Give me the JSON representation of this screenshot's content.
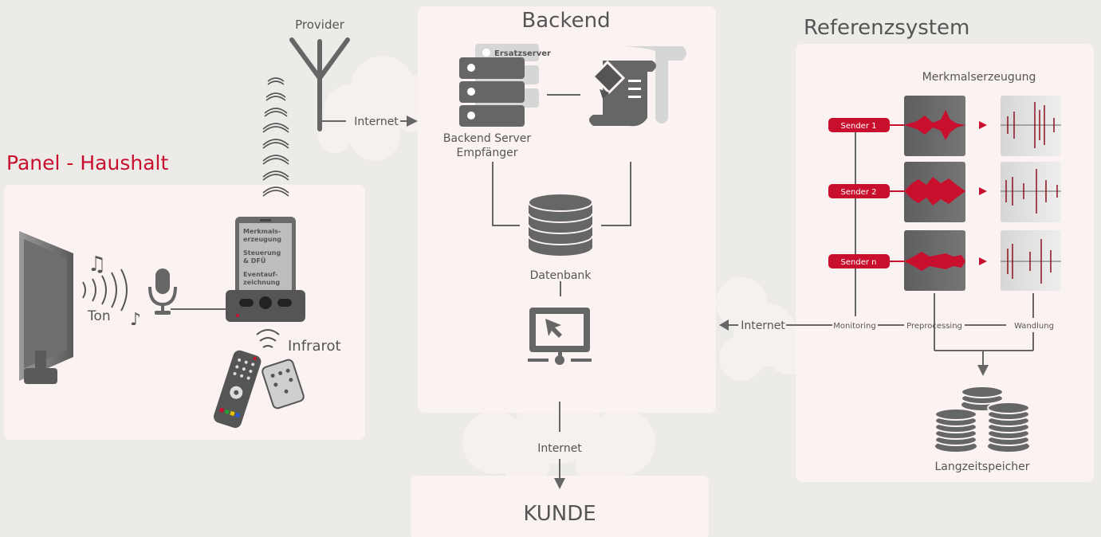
{
  "panel": {
    "title": "Panel - Haushalt",
    "sound_label": "Ton",
    "infrared_label": "Infrarot",
    "device_lines": [
      "Merkmals-",
      "erzeugung",
      "Steuerung",
      "& DFÜ",
      "Eventauf-",
      "zeichnung"
    ]
  },
  "provider": {
    "label": "Provider"
  },
  "backend": {
    "title": "Backend",
    "spare_server_label": "Ersatzserver",
    "server_label_line1": "Backend Server",
    "server_label_line2": "Empfänger",
    "database_label": "Datenbank"
  },
  "connections": {
    "internet_label": "Internet"
  },
  "reference": {
    "title": "Referenzsystem",
    "feature_title": "Merkmalserzeugung",
    "senders": [
      "Sender 1",
      "Sender 2",
      "Sender n"
    ],
    "stages": [
      "Monitoring",
      "Preprocessing",
      "Wandlung"
    ],
    "storage_label": "Langzeitspeicher"
  },
  "customer": {
    "label": "KUNDE"
  },
  "colors": {
    "accent": "#c8102e",
    "background": "#ecebe8",
    "panel": "#fbf3f1",
    "icon": "#666666",
    "text": "#555555"
  }
}
